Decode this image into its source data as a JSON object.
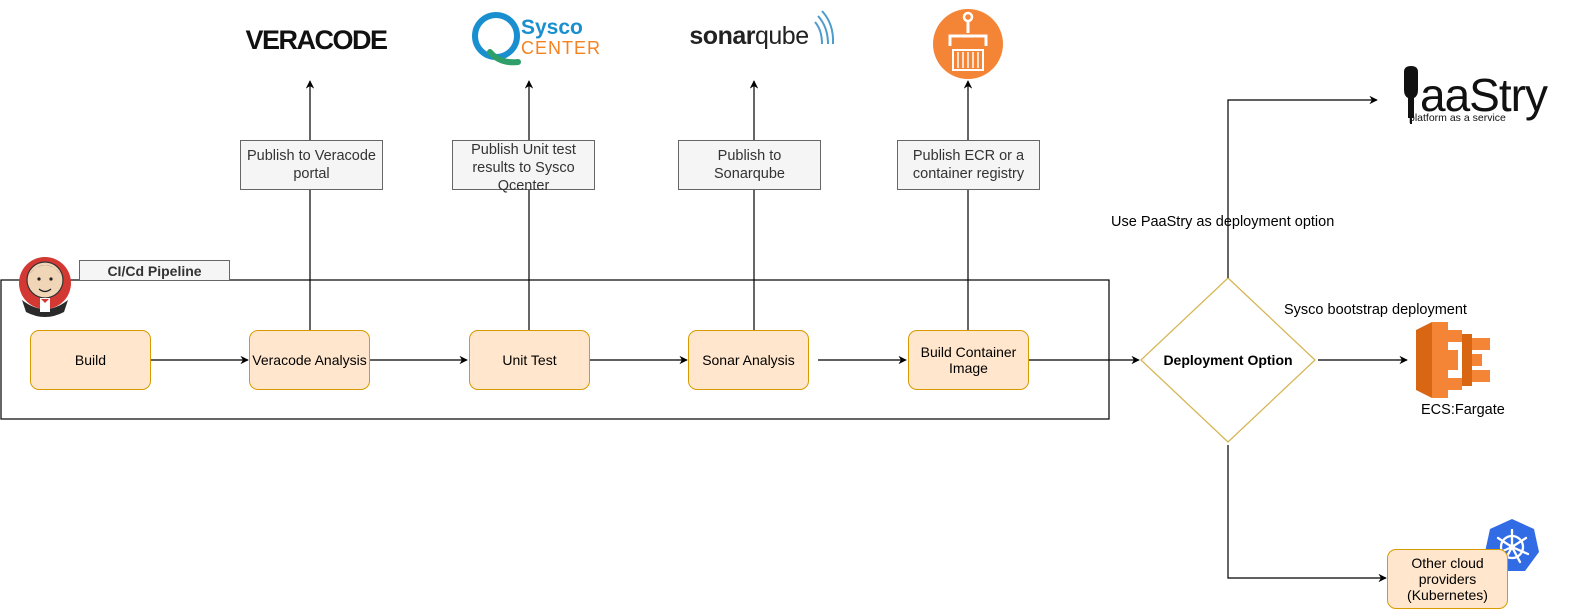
{
  "pipeline": {
    "title": "CI/Cd Pipeline",
    "stages": [
      {
        "id": "build",
        "label": "Build"
      },
      {
        "id": "veracode",
        "label": "Veracode Analysis"
      },
      {
        "id": "unit-test",
        "label": "Unit Test"
      },
      {
        "id": "sonar",
        "label": "Sonar Analysis"
      },
      {
        "id": "container",
        "label": "Build Container Image"
      }
    ]
  },
  "publish_notes": [
    {
      "id": "veracode",
      "label": "Publish to Veracode portal"
    },
    {
      "id": "qcenter",
      "label": "Publish Unit test results to Sysco Qcenter"
    },
    {
      "id": "sonarqube",
      "label": "Publish to Sonarqube"
    },
    {
      "id": "registry",
      "label": "Publish ECR or a container registry"
    }
  ],
  "logos": {
    "veracode": "VERACODE",
    "sysco_top": "Sysco",
    "sysco_bottom": "CENTER",
    "sonar_bold": "sonar",
    "sonar_light": "qube",
    "paastry": "aaStry",
    "paastry_sub": "platform as a service"
  },
  "decision": {
    "label": "Deployment Option"
  },
  "edges": {
    "paastry": "Use PaaStry as deployment option",
    "bootstrap": "Sysco bootstrap deployment"
  },
  "targets": {
    "ecs": "ECS:Fargate",
    "other": "Other cloud providers (Kubernetes)"
  },
  "icons": [
    "jenkins-icon",
    "container-registry-icon",
    "ecs-fargate-icon",
    "kubernetes-icon",
    "paastry-icon"
  ],
  "colors": {
    "stage_fill": "#ffe6cc",
    "stage_stroke": "#d79b00",
    "note_fill": "#f5f5f5",
    "note_stroke": "#666666",
    "ecs_orange": "#f58536",
    "kubernetes_blue": "#326ce5",
    "sysco_blue": "#1a8fd0",
    "sysco_green": "#2e9e6b"
  }
}
